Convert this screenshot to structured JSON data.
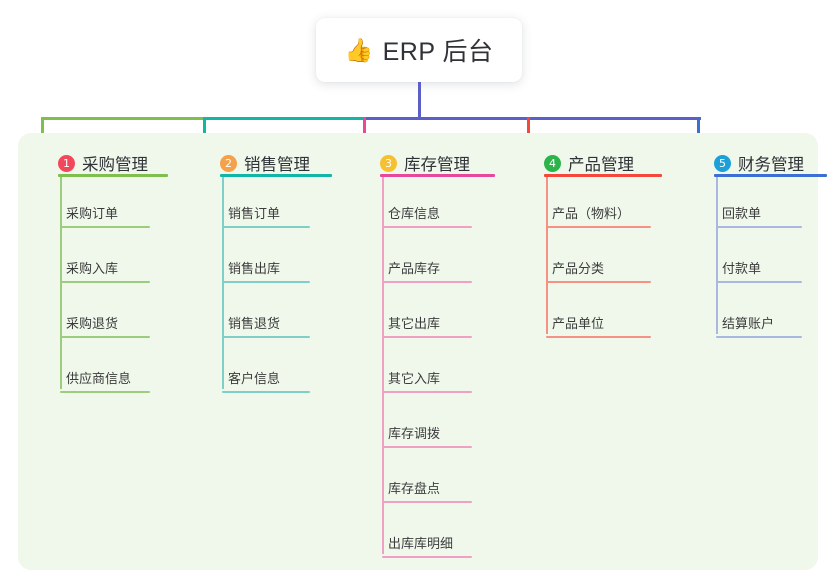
{
  "diagram": {
    "type": "mind-map",
    "root": {
      "emoji": "👍",
      "emoji_name": "thumbs-up-emoji",
      "title": "ERP 后台"
    },
    "palette": {
      "panel_bg": "#f0f8ec",
      "card_bg": "#ffffff",
      "text": "#2f3237",
      "leaf_text": "#3c3c3c",
      "stem_purple": "#5b5fc7",
      "trunk_green": "#7fbf4d",
      "trunk_teal": "#13b5a6"
    },
    "columns": [
      {
        "index": "1",
        "title": "采购管理",
        "badge_color": "#f2485b",
        "rule_color": "#7fbf4d",
        "branch_color": "#7fbf4d",
        "leaf_rule_color": "#9ccc7e",
        "items": [
          "采购订单",
          "采购入库",
          "采购退货",
          "供应商信息"
        ]
      },
      {
        "index": "2",
        "title": "销售管理",
        "badge_color": "#f5a04a",
        "rule_color": "#13b5a6",
        "branch_color": "#13b5a6",
        "leaf_rule_color": "#7fcfc8",
        "items": [
          "销售订单",
          "销售出库",
          "销售退货",
          "客户信息"
        ]
      },
      {
        "index": "3",
        "title": "库存管理",
        "badge_color": "#f5c032",
        "rule_color": "#e8489c",
        "branch_color": "#e8489c",
        "leaf_rule_color": "#efa0c4",
        "items": [
          "仓库信息",
          "产品库存",
          "其它出库",
          "其它入库",
          "库存调拨",
          "库存盘点",
          "出库库明细"
        ]
      },
      {
        "index": "4",
        "title": "产品管理",
        "badge_color": "#2cb34a",
        "rule_color": "#f4483c",
        "branch_color": "#f4483c",
        "leaf_rule_color": "#f69186",
        "items": [
          "产品（物料）",
          "产品分类",
          "产品单位"
        ]
      },
      {
        "index": "5",
        "title": "财务管理",
        "badge_color": "#1d9fd8",
        "rule_color": "#3b6fd4",
        "branch_color": "#3b6fd4",
        "leaf_rule_color": "#a8b8e0",
        "items": [
          "回款单",
          "付款单",
          "结算账户"
        ]
      }
    ]
  }
}
